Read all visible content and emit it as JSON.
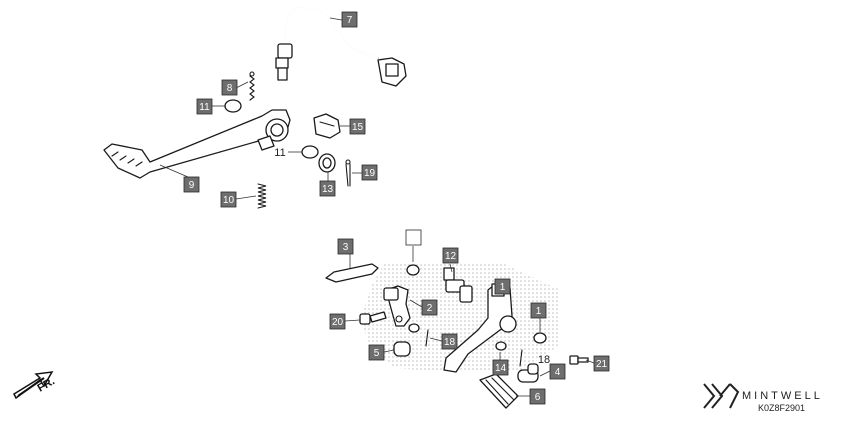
{
  "callouts": {
    "c1": "1",
    "c2": "2",
    "c3": "3",
    "c4": "4",
    "c5": "5",
    "c6": "6",
    "c7": "7",
    "c8": "8",
    "c9": "9",
    "c10": "10",
    "c11a": "11",
    "c11b": "11",
    "c12": "12",
    "c13": "13",
    "c14": "14",
    "c15": "15",
    "c18a": "18",
    "c18b": "18",
    "c19": "19",
    "c20": "20",
    "c21": "21",
    "c_empty": ""
  },
  "direction": {
    "label": "FR."
  },
  "brand": {
    "name": "MINTWELL",
    "code": "K0Z8F2901"
  },
  "colors": {
    "badge": "#6e6e6e",
    "line": "#1a1a1a",
    "dots": "#c8c8c8"
  }
}
